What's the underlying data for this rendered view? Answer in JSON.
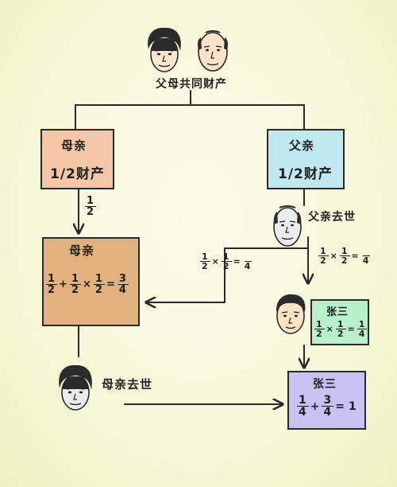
{
  "colors": {
    "mother_box": "#f6c7a6",
    "father_box": "#bfe8ef",
    "mother_result_box": "#e2b17e",
    "zhangsan_small_box": "#b9efc9",
    "zhangsan_final_box": "#c9c1f2",
    "line": "#2a2a2a"
  },
  "top": {
    "caption": "父母共同财产"
  },
  "mother_share": {
    "title": "母亲",
    "share": "1/2财产",
    "inherit_fraction": {
      "n": "1",
      "d": "2"
    }
  },
  "father_share": {
    "title": "父亲",
    "share": "1/2财产"
  },
  "father_death": {
    "caption": "父亲去世",
    "left_calc": {
      "a": {
        "n": "1",
        "d": "2"
      },
      "op": "×",
      "b": {
        "n": "1",
        "d": "2"
      },
      "eq": "=",
      "r": {
        "n": "",
        "d": "4"
      }
    },
    "right_calc": {
      "a": {
        "n": "1",
        "d": "2"
      },
      "op": "×",
      "b": {
        "n": "1",
        "d": "2"
      },
      "eq": "=",
      "r": {
        "n": "",
        "d": "4"
      }
    }
  },
  "mother_result": {
    "title": "母亲",
    "formula": {
      "a": {
        "n": "1",
        "d": "2"
      },
      "plus": "+",
      "b": {
        "n": "1",
        "d": "2"
      },
      "times": "×",
      "c": {
        "n": "1",
        "d": "2"
      },
      "eq": "=",
      "r": {
        "n": "3",
        "d": "4"
      }
    }
  },
  "zhangsan_mid": {
    "title": "张三",
    "formula": {
      "a": {
        "n": "1",
        "d": "2"
      },
      "op": "×",
      "b": {
        "n": "1",
        "d": "2"
      },
      "eq": "=",
      "r": {
        "n": "1",
        "d": "4"
      }
    }
  },
  "mother_death": {
    "caption": "母亲去世"
  },
  "zhangsan_final": {
    "title": "张三",
    "formula": {
      "a": {
        "n": "1",
        "d": "4"
      },
      "plus": "+",
      "b": {
        "n": "3",
        "d": "4"
      },
      "eq": "=",
      "r": "1"
    }
  }
}
